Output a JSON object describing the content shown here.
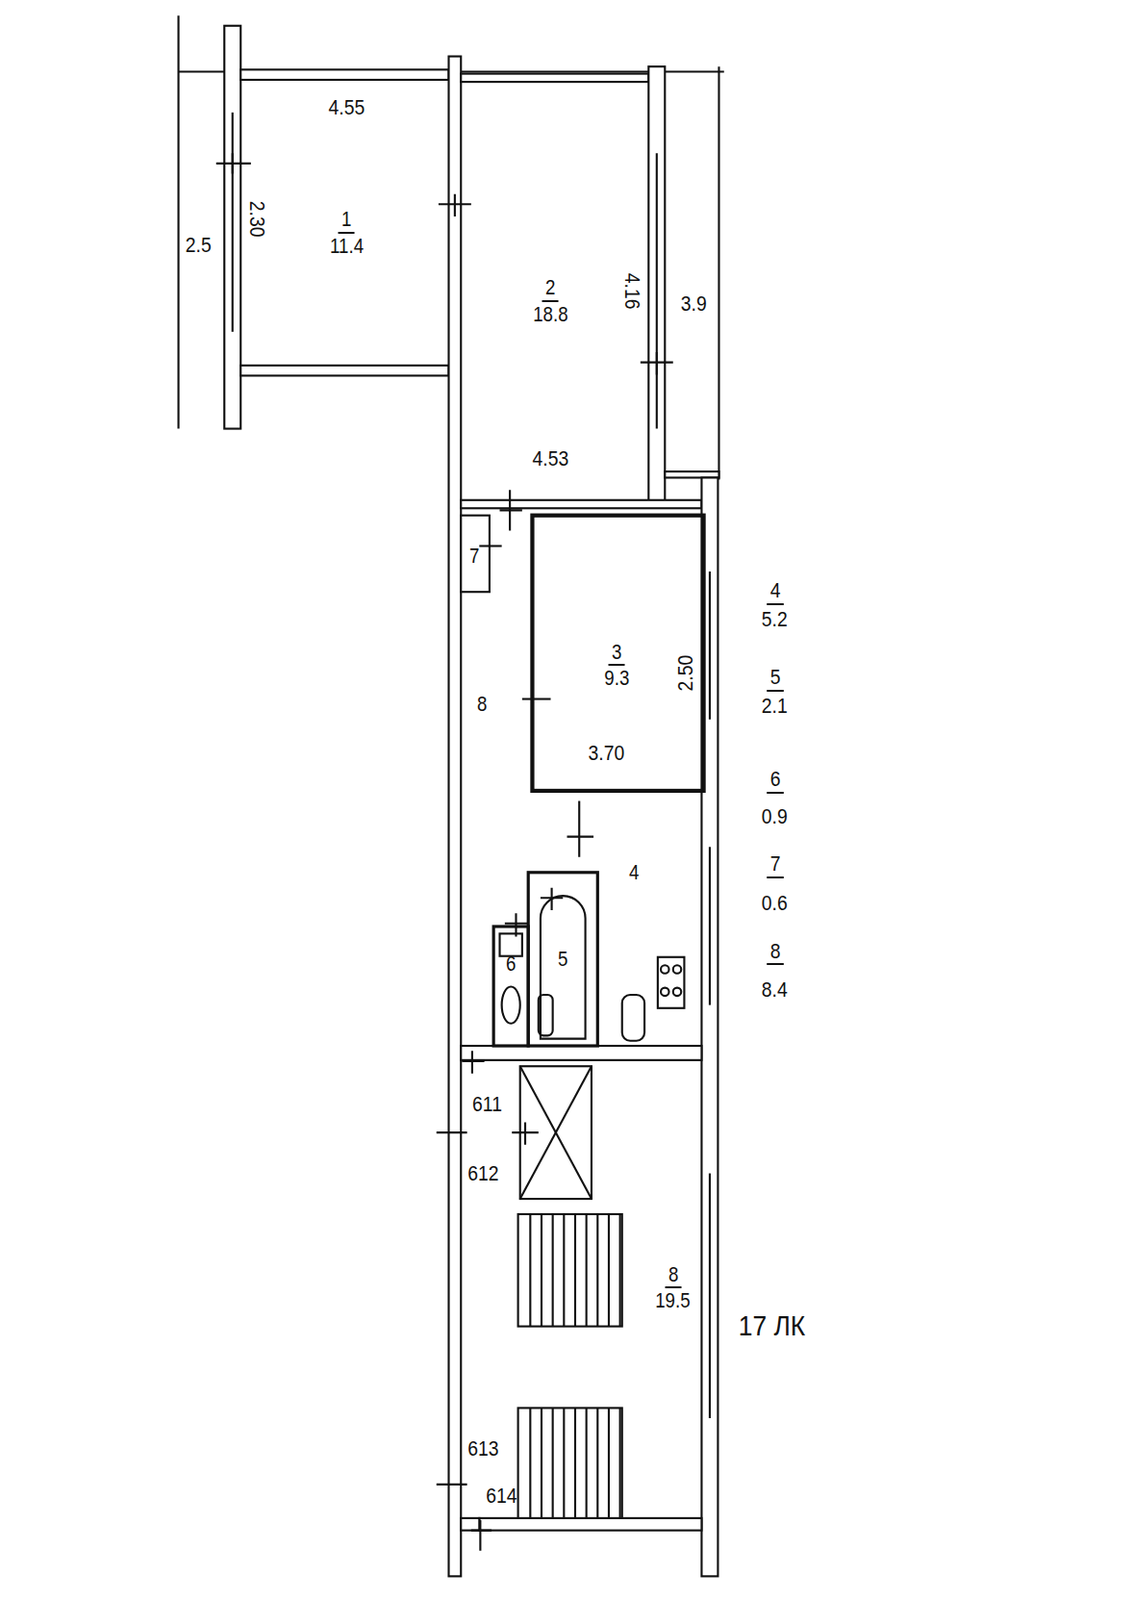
{
  "diagram": {
    "nodes": [
      {
        "text": [
          "1",
          "11.4"
        ]
      },
      {
        "text": [
          "2",
          "18.8"
        ]
      },
      {
        "text": [
          "7"
        ]
      },
      {
        "text": [
          "3",
          "9.3"
        ]
      },
      {
        "text": [
          "8"
        ]
      },
      {
        "text": [
          "4"
        ]
      },
      {
        "text": [
          "6"
        ]
      },
      {
        "text": [
          "5"
        ]
      },
      {
        "text": [
          "8",
          "19.5"
        ]
      }
    ],
    "labels": [
      "4.55",
      "2.30",
      "2.5",
      "4.16",
      "3.9",
      "4.53",
      "2.50",
      "3.70",
      "4",
      "5.2",
      "5",
      "2.1",
      "6",
      "0.9",
      "7",
      "0.6",
      "8",
      "8.4",
      "611",
      "612",
      "613",
      "614",
      "17 ЛК"
    ]
  }
}
